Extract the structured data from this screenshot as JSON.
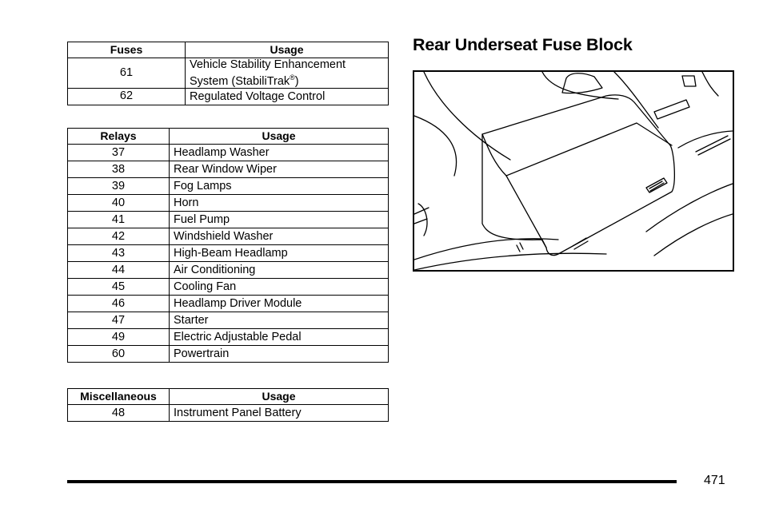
{
  "fuses": {
    "headers": [
      "Fuses",
      "Usage"
    ],
    "rows": [
      {
        "id": "61",
        "usage_line1": "Vehicle Stability Enhancement",
        "usage_line2": "System (StabiliTrak",
        "usage_mark": "®",
        "usage_end": ")"
      },
      {
        "id": "62",
        "usage": "Regulated Voltage Control"
      }
    ]
  },
  "relays": {
    "headers": [
      "Relays",
      "Usage"
    ],
    "rows": [
      {
        "id": "37",
        "usage": "Headlamp Washer"
      },
      {
        "id": "38",
        "usage": "Rear Window Wiper"
      },
      {
        "id": "39",
        "usage": "Fog Lamps"
      },
      {
        "id": "40",
        "usage": "Horn"
      },
      {
        "id": "41",
        "usage": "Fuel Pump"
      },
      {
        "id": "42",
        "usage": "Windshield Washer"
      },
      {
        "id": "43",
        "usage": "High-Beam Headlamp"
      },
      {
        "id": "44",
        "usage": "Air Conditioning"
      },
      {
        "id": "45",
        "usage": "Cooling Fan"
      },
      {
        "id": "46",
        "usage": "Headlamp Driver Module"
      },
      {
        "id": "47",
        "usage": "Starter"
      },
      {
        "id": "49",
        "usage": "Electric Adjustable Pedal"
      },
      {
        "id": "60",
        "usage": "Powertrain"
      }
    ]
  },
  "misc": {
    "headers": [
      "Miscellaneous",
      "Usage"
    ],
    "rows": [
      {
        "id": "48",
        "usage": "Instrument Panel Battery"
      }
    ]
  },
  "section": {
    "heading": "Rear Underseat Fuse Block"
  },
  "footer": {
    "page_number": "471"
  }
}
